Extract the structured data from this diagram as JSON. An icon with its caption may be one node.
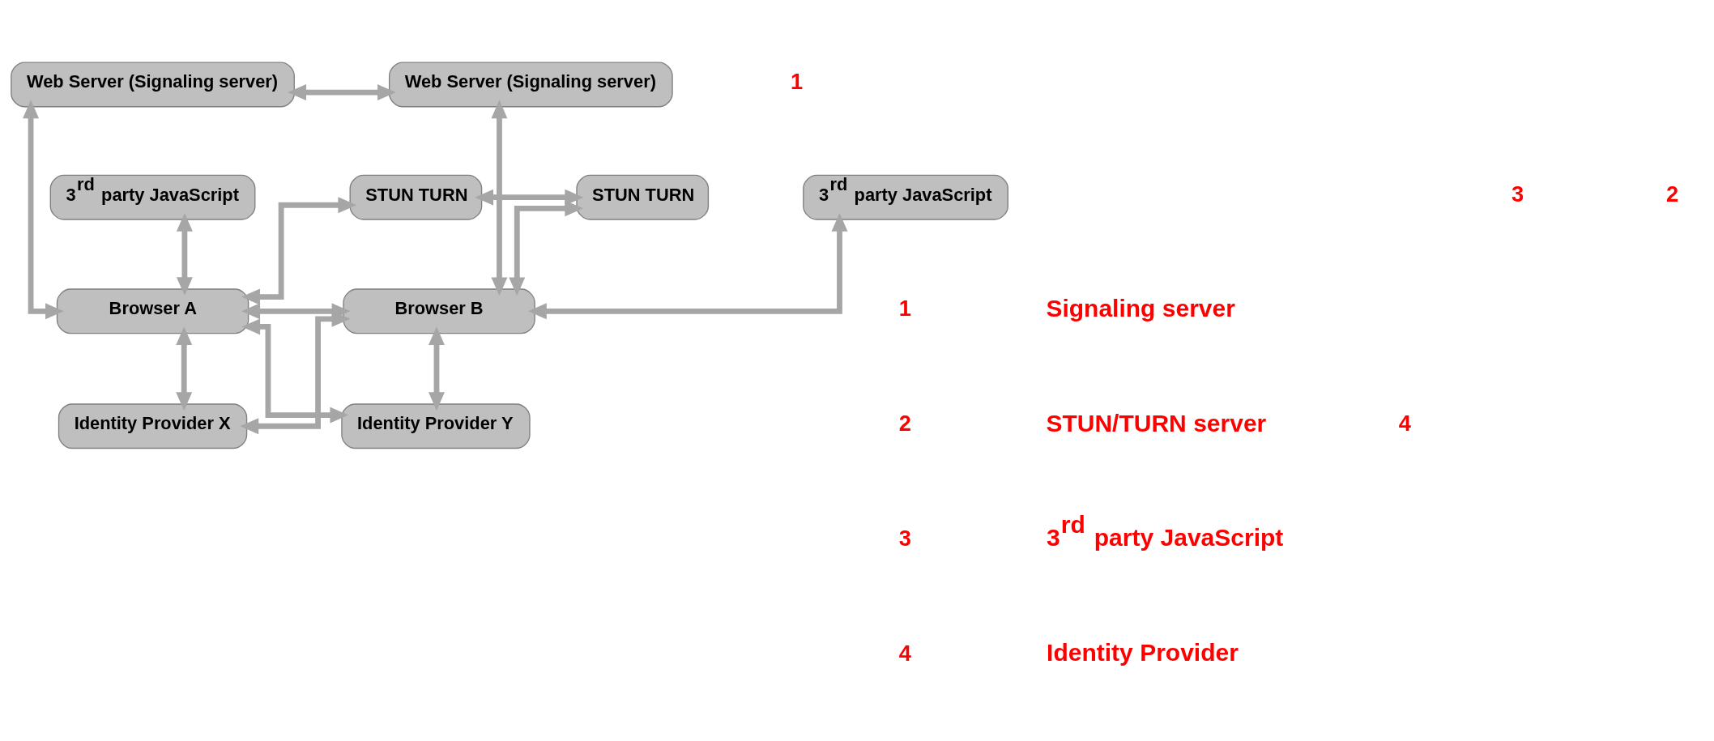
{
  "diagram": {
    "nodes": [
      {
        "text": [
          "Web Server (Signaling server)"
        ]
      },
      {
        "text": [
          "Web Server (Signaling server)"
        ]
      },
      {
        "text": [
          "3$^{rd}$ party JavaScript"
        ]
      },
      {
        "text": [
          "STUN TURN"
        ]
      },
      {
        "text": [
          "STUN TURN"
        ]
      },
      {
        "text": [
          "3$^{rd}$ party JavaScript"
        ]
      },
      {
        "text": [
          "Browser A"
        ]
      },
      {
        "text": [
          "Browser B"
        ]
      },
      {
        "text": [
          "Identity Provider X"
        ]
      },
      {
        "text": [
          "Identity Provider Y"
        ]
      }
    ],
    "edges": [
      {
        "from": 6,
        "to": 0,
        "arrow": "both"
      },
      {
        "from": 0,
        "to": 1,
        "arrow": "both"
      },
      {
        "from": 3,
        "to": 4,
        "arrow": "both"
      },
      {
        "from": 1,
        "to": 7,
        "arrow": "both"
      },
      {
        "from": 2,
        "to": 6,
        "arrow": "both"
      },
      {
        "from": 6,
        "to": 3,
        "arrow": "both"
      },
      {
        "from": 4,
        "to": 7,
        "arrow": "both"
      },
      {
        "from": 6,
        "to": 7,
        "arrow": "both"
      },
      {
        "from": 7,
        "to": 5,
        "arrow": "both"
      },
      {
        "from": 6,
        "to": 9,
        "arrow": "both"
      },
      {
        "from": 7,
        "to": 8,
        "arrow": "both"
      },
      {
        "from": 6,
        "to": 8,
        "arrow": "both"
      },
      {
        "from": 7,
        "to": 9,
        "arrow": "both"
      }
    ],
    "labels": [
      "1",
      "3",
      "2",
      "4",
      "1",
      "Signaling server",
      "2",
      "STUN/TURN server",
      "3",
      "3$^{rd}$ party JavaScript",
      "4",
      "Identity Provider"
    ]
  }
}
